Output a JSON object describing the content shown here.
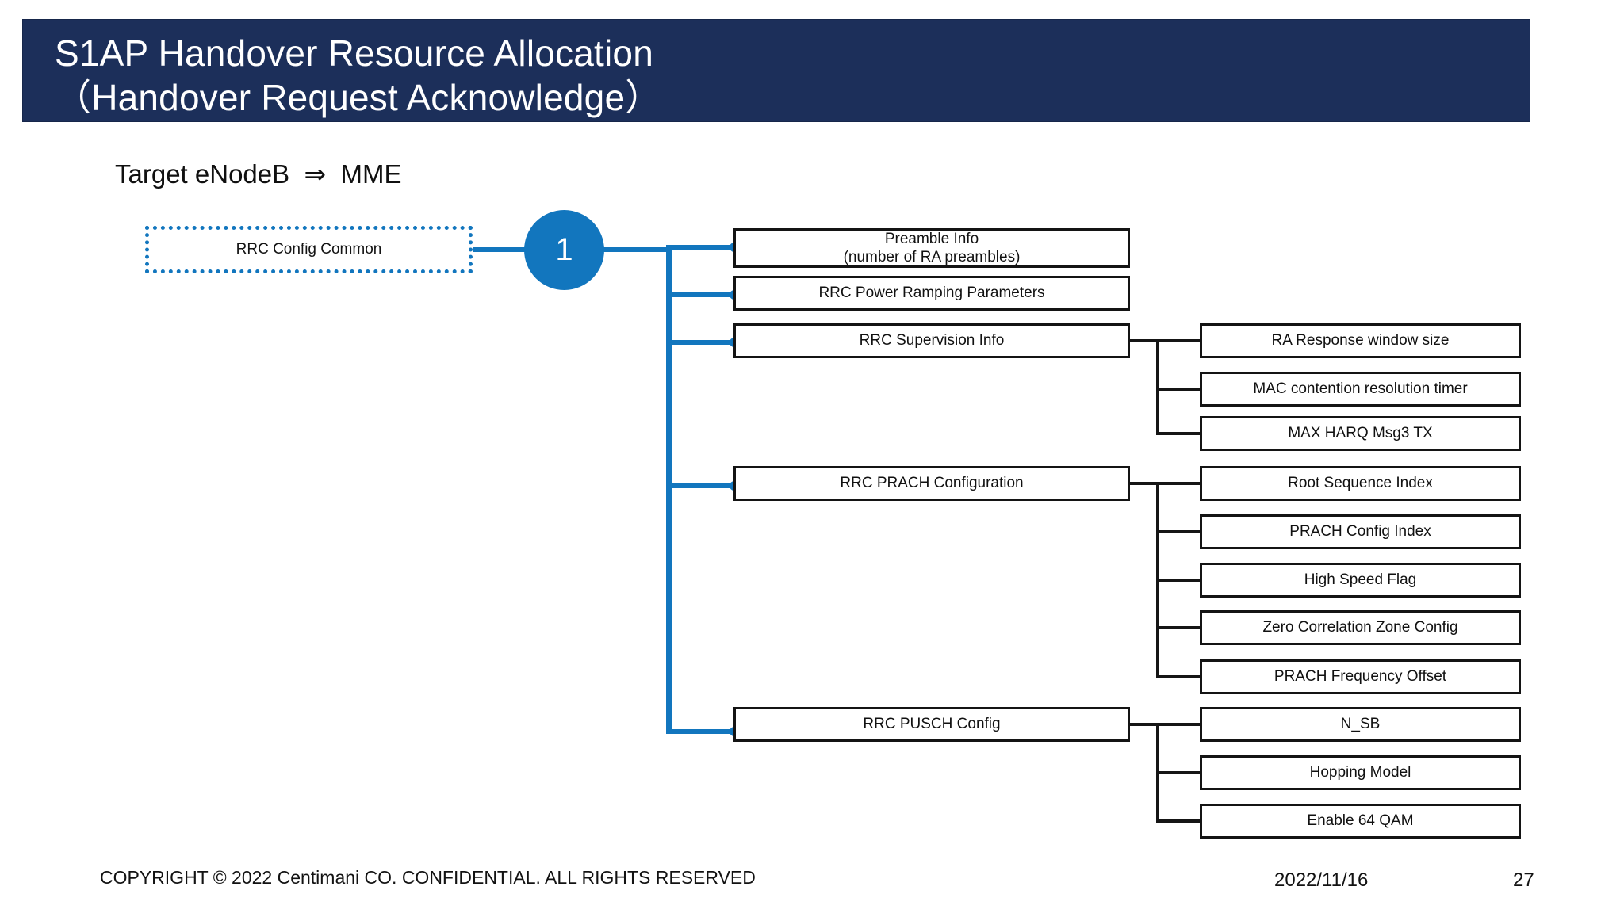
{
  "slide": {
    "title": "S1AP Handover Resource Allocation\n （Handover Request Acknowledge）",
    "subtitle": "Target eNodeB  ⇒  MME",
    "colors": {
      "title_band": "#1c2f5a",
      "accent_blue": "#1276be",
      "box_border": "#141414",
      "text": "#111111",
      "background": "#ffffff"
    }
  },
  "diagram": {
    "source_node": {
      "label": "RRC Config Common",
      "style": "dotted-blue"
    },
    "index_node": {
      "label": "1",
      "style": "filled-circle-blue"
    },
    "branches": [
      {
        "label": "Preamble Info\n(number of RA preambles)",
        "children": []
      },
      {
        "label": "RRC Power Ramping Parameters",
        "children": []
      },
      {
        "label": "RRC Supervision Info",
        "children": [
          "RA Response window size",
          "MAC contention resolution timer",
          "MAX HARQ Msg3 TX"
        ]
      },
      {
        "label": "RRC PRACH Configuration",
        "children": [
          "Root Sequence Index",
          "PRACH Config Index",
          "High Speed Flag",
          "Zero Correlation Zone Config",
          "PRACH Frequency Offset"
        ]
      },
      {
        "label": "RRC PUSCH Config",
        "children": [
          "N_SB",
          "Hopping Model",
          "Enable 64 QAM"
        ]
      }
    ]
  },
  "footer": {
    "copyright": "COPYRIGHT © 2022 Centimani CO. CONFIDENTIAL. ALL RIGHTS RESERVED",
    "date": "2022/11/16",
    "page_number": "27"
  }
}
